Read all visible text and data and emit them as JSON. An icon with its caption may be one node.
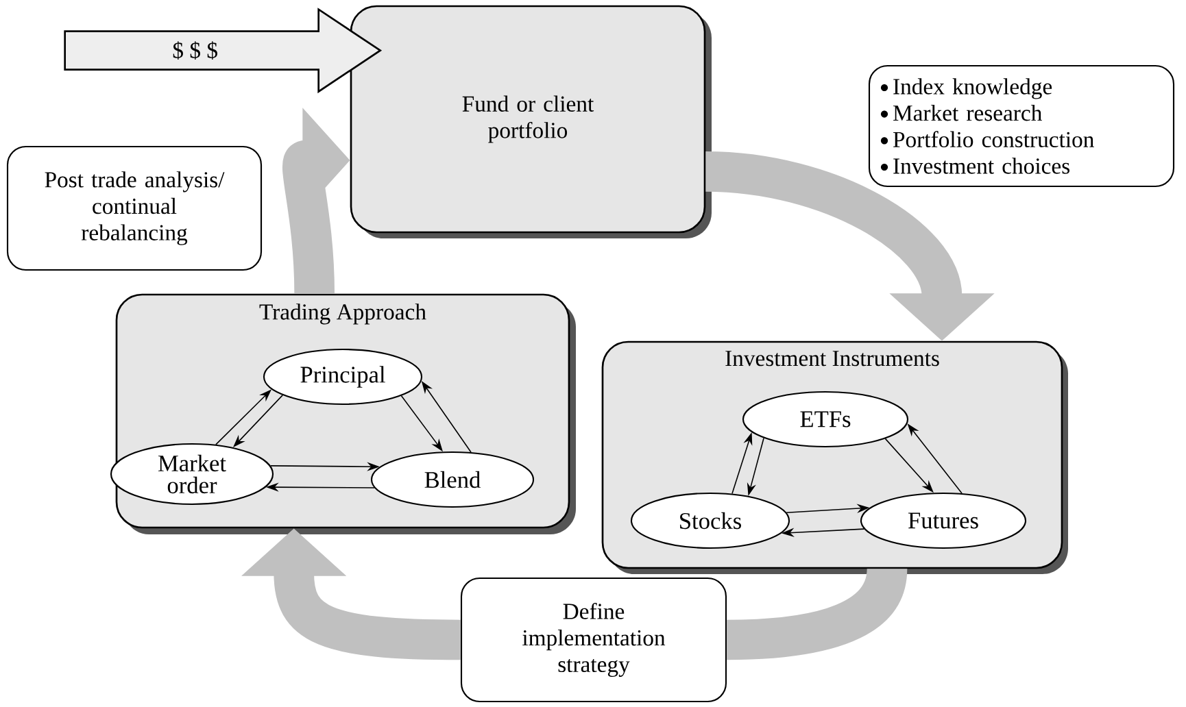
{
  "diagram": {
    "nodes": [
      {
        "text": [
          "Fund or client portfolio"
        ]
      },
      {
        "text": [
          "Index knowledge",
          "Market research",
          "Portfolio construction",
          "Investment choices"
        ]
      },
      {
        "text": [
          "Post trade analysis/ continual rebalancing"
        ]
      },
      {
        "text": [
          "Trading Approach"
        ]
      },
      {
        "text": [
          "Principal"
        ],
        "in": 3
      },
      {
        "text": [
          "Market order"
        ],
        "in": 3
      },
      {
        "text": [
          "Blend"
        ],
        "in": 3
      },
      {
        "text": [
          "Investment Instruments"
        ]
      },
      {
        "text": [
          "ETFs"
        ],
        "in": 7
      },
      {
        "text": [
          "Stocks"
        ],
        "in": 7
      },
      {
        "text": [
          "Futures"
        ],
        "in": 7
      },
      {
        "text": [
          "Define implementation strategy"
        ]
      }
    ],
    "edges": [
      {
        "from": null,
        "to": 0,
        "arrow": "to",
        "label": "$ $ $",
        "style": "thick"
      },
      {
        "from": 0,
        "to": 7,
        "arrow": "to",
        "style": "thick",
        "color": "#c0c0c0"
      },
      {
        "from": 7,
        "to": 11,
        "arrow": "none",
        "style": "thick",
        "color": "#c0c0c0"
      },
      {
        "from": 11,
        "to": 3,
        "arrow": "to",
        "style": "thick",
        "color": "#c0c0c0"
      },
      {
        "from": 3,
        "to": 0,
        "arrow": "to",
        "style": "thick",
        "color": "#c0c0c0"
      },
      {
        "from": 5,
        "to": 4,
        "arrow": "to"
      },
      {
        "from": 4,
        "to": 5,
        "arrow": "to"
      },
      {
        "from": 4,
        "to": 6,
        "arrow": "to"
      },
      {
        "from": 6,
        "to": 4,
        "arrow": "to"
      },
      {
        "from": 5,
        "to": 6,
        "arrow": "to"
      },
      {
        "from": 6,
        "to": 5,
        "arrow": "to"
      },
      {
        "from": 9,
        "to": 8,
        "arrow": "to"
      },
      {
        "from": 8,
        "to": 9,
        "arrow": "to"
      },
      {
        "from": 8,
        "to": 10,
        "arrow": "to"
      },
      {
        "from": 10,
        "to": 8,
        "arrow": "to"
      },
      {
        "from": 9,
        "to": 10,
        "arrow": "to"
      },
      {
        "from": 10,
        "to": 9,
        "arrow": "to"
      }
    ]
  }
}
